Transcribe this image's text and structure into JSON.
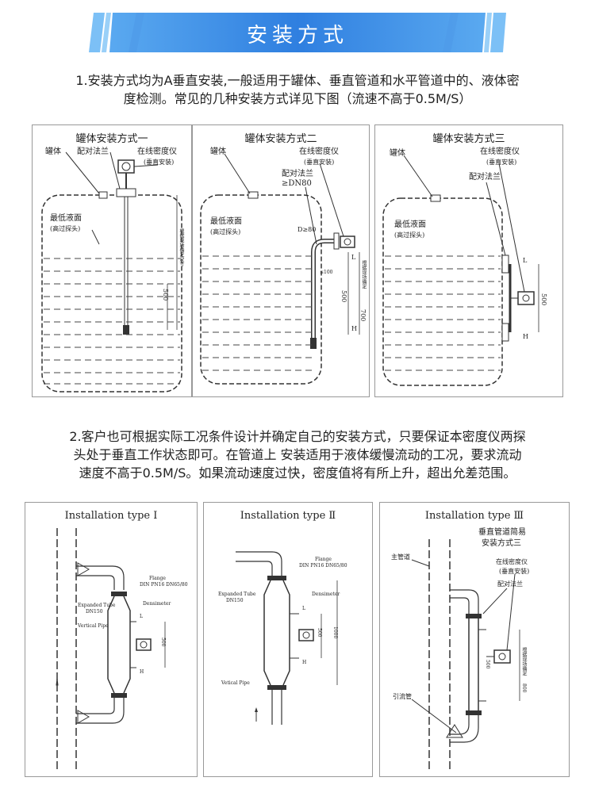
{
  "header": {
    "title": "安装方式"
  },
  "intro": {
    "line1": "1.安装方式均为A垂直安装,一般适用于罐体、垂直管道和水平管道中的、液体密",
    "line2": "度检测。常见的几种安装方式详见下图（流速不高于0.5M/S）"
  },
  "tank_panels": [
    {
      "title": "罐体安装方式一",
      "labels": {
        "tank": "罐体",
        "flange": "配对法兰",
        "device": "在线密度仪",
        "device_note": "(垂直安装)",
        "min_level": "最低液面",
        "min_level_note": "(高过探头)",
        "dim_500": "500",
        "dim_note": "根据现场确定尺寸"
      }
    },
    {
      "title": "罐体安装方式二",
      "labels": {
        "tank": "罐体",
        "device": "在线密度仪",
        "device_note": "(垂直安装)",
        "flange": "配对法兰",
        "dn": "≥DN80",
        "d": "D≥80",
        "min_level": "最低液面",
        "min_level_note": "(高过探头)",
        "l": "L",
        "h": "H",
        "angle": "≤100",
        "dim_500": "500",
        "dim_700": "700",
        "dim_note": "根据现场确定"
      }
    },
    {
      "title": "罐体安装方式三",
      "labels": {
        "tank": "罐体",
        "device": "在线密度仪",
        "device_note": "(垂直安装)",
        "flange": "配对法兰",
        "min_level": "最低液面",
        "min_level_note": "(高过探头)",
        "l": "L",
        "h": "H",
        "dim_500": "500"
      }
    }
  ],
  "para2": {
    "line1": "2.客户也可根据实际工况条件设计并确定自己的安装方式，只要保证本密度仪两探",
    "line2": "头处于垂直工作状态即可。在管道上 安装适用于液体缓慢流动的工况，要求流动",
    "line3": "速度不高于0.5M/S。如果流动速度过快，密度值将有所上升，超出允差范围。"
  },
  "pipe_panels": [
    {
      "title": "Installation type Ⅰ",
      "labels": {
        "flange": "Flange",
        "flange_spec": "DIN PN16 DN65/80",
        "expanded": "Expanded Tube",
        "expanded_dn": "DN150",
        "vertical": "Vertical Pipe",
        "densimeter": "Densimeter",
        "l": "L",
        "h": "H",
        "dim_500": "500"
      }
    },
    {
      "title": "Installation type Ⅱ",
      "labels": {
        "flange": "Flange",
        "flange_spec": "DIN PN16 DN65/80",
        "expanded": "Expanded Tube",
        "expanded_dn": "DN150",
        "vertical": "Vetical Pipe",
        "densimeter": "Densimeter",
        "l": "L",
        "h": "H",
        "dim_500": "500",
        "dim_1000": "1000"
      }
    },
    {
      "title": "Installation type Ⅲ",
      "labels": {
        "subtitle1": "垂直管道简易",
        "subtitle2": "安装方式三",
        "main_pipe": "主管道",
        "device": "在线密度仪",
        "device_note": "(垂直安装)",
        "flange": "配对法兰",
        "bypass": "引流管",
        "dim_500": "500",
        "dim_800": "800",
        "dim_note": "根据现场确定"
      }
    }
  ]
}
